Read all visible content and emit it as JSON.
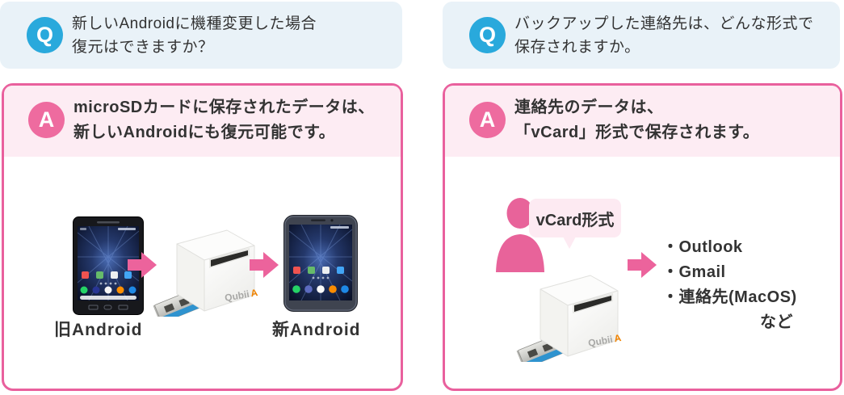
{
  "icons": {
    "q_label": "Q",
    "a_label": "A"
  },
  "device_logo": {
    "brand": "Qubii",
    "accent": "A"
  },
  "colors": {
    "q_icon_blue": "#29a9dc",
    "q_bubble_bg": "#e9f2f8",
    "a_icon_pink": "#ee6b9f",
    "panel_border_pink": "#e9609d",
    "header_bg_pink": "#fdecf3",
    "arrow_pink": "#ec639c",
    "person_pink": "#e8639a",
    "vcard_bubble_bg": "#fdeaf2",
    "logo_accent_orange": "#f08300",
    "text": "#333333"
  },
  "left": {
    "question": {
      "line1": "新しいAndroidに機種変更した場合",
      "line2": "復元はできますか？"
    },
    "answer": {
      "line1": "microSDカードに保存されたデータは、",
      "line2": "新しいAndroidにも復元可能です。"
    },
    "old_phone_label": "旧Android",
    "new_phone_label": "新Android"
  },
  "right": {
    "question": {
      "line1": "バックアップした連絡先は、どんな形式で",
      "line2": "保存されますか。"
    },
    "answer": {
      "line1": "連絡先のデータは、",
      "line2": "「vCard」形式で保存されます。"
    },
    "vcard_label": "vCard形式",
    "formats": [
      "・Outlook",
      "・Gmail",
      "・連絡先(MacOS)"
    ],
    "formats_suffix": "など"
  }
}
